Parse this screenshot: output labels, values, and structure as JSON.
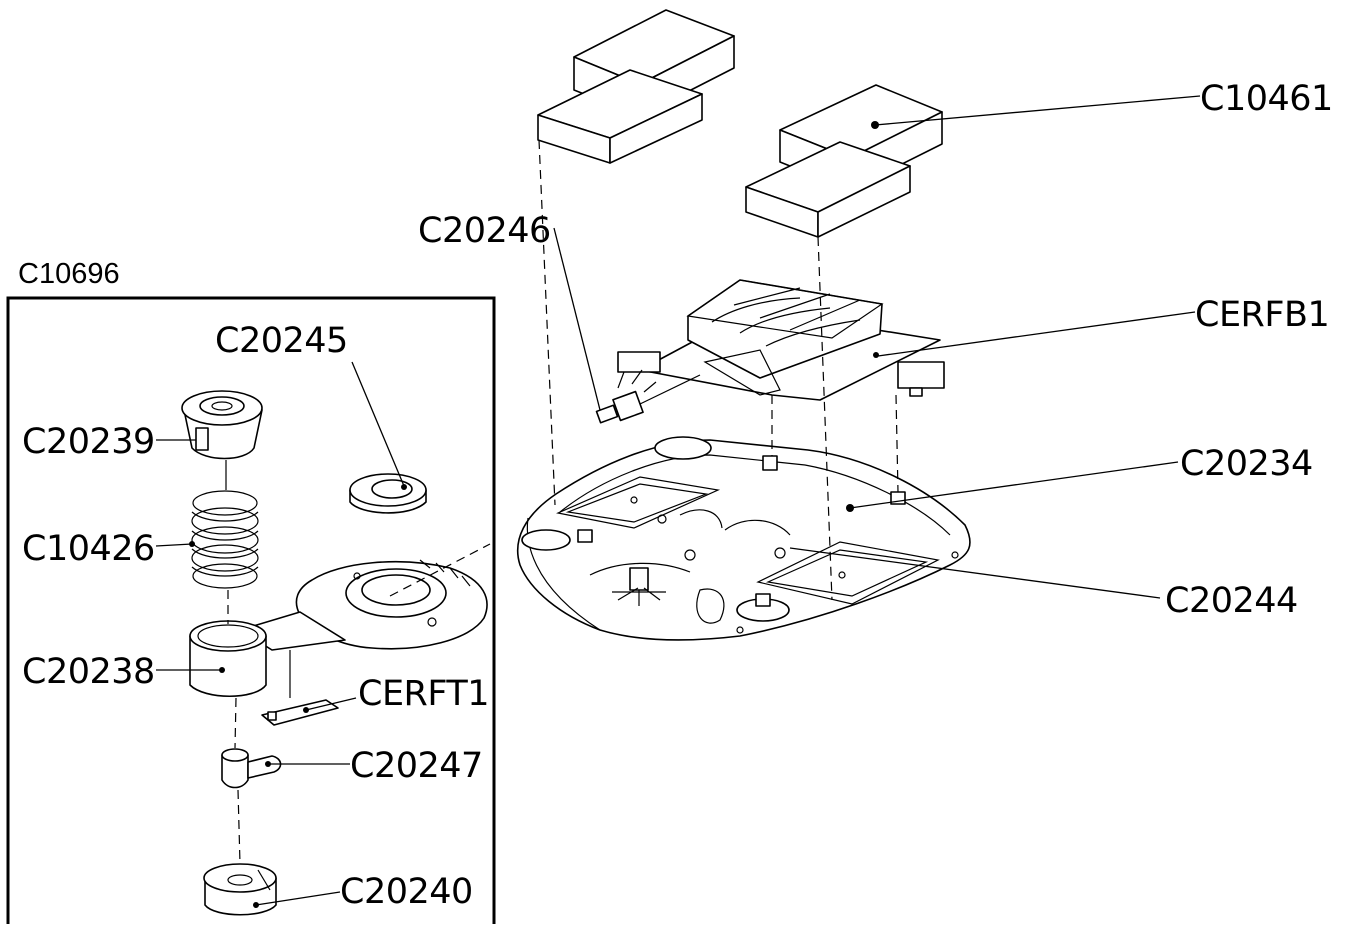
{
  "assembly_label": "C10696",
  "parts": [
    {
      "id": "p1",
      "label": "C10461"
    },
    {
      "id": "p2",
      "label": "C20246"
    },
    {
      "id": "p3",
      "label": "CERFB1"
    },
    {
      "id": "p4",
      "label": "C20234"
    },
    {
      "id": "p5",
      "label": "C20244"
    },
    {
      "id": "p6",
      "label": "C20245"
    },
    {
      "id": "p7",
      "label": "C20239"
    },
    {
      "id": "p8",
      "label": "C10426"
    },
    {
      "id": "p9",
      "label": "C20238"
    },
    {
      "id": "p10",
      "label": "CERFT1"
    },
    {
      "id": "p11",
      "label": "C20247"
    },
    {
      "id": "p12",
      "label": "C20240"
    }
  ]
}
